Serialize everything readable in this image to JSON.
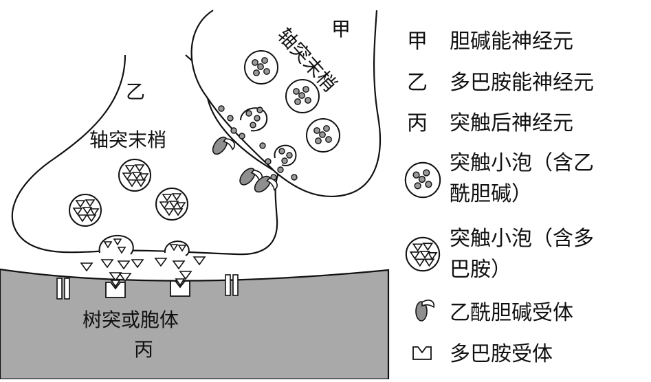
{
  "labels": {
    "neuron_jia": "甲",
    "neuron_yi": "乙",
    "axon_terminal_right": "轴突末梢",
    "axon_terminal_left": "轴突末梢",
    "postsynaptic_region": "树突或胞体",
    "neuron_bing": "丙"
  },
  "legend": [
    {
      "key": "甲",
      "text": "胆碱能神经元"
    },
    {
      "key": "乙",
      "text": "多巴胺能神经元"
    },
    {
      "key": "丙",
      "text": "突触后神经元"
    },
    {
      "icon": "ach-vesicle-icon",
      "line1": "突触小泡（含乙",
      "line2": "酰胆碱）"
    },
    {
      "icon": "dopamine-vesicle-icon",
      "line1": "突触小泡（含多",
      "line2": "巴胺）"
    },
    {
      "icon": "ach-receptor-icon",
      "text": "乙酰胆碱受体"
    },
    {
      "icon": "dopamine-receptor-icon",
      "text": "多巴胺受体"
    }
  ],
  "colors": {
    "line": "#111111",
    "postsynaptic_fill": "#a9a9a9",
    "dot_fill": "#9a9a9a"
  }
}
